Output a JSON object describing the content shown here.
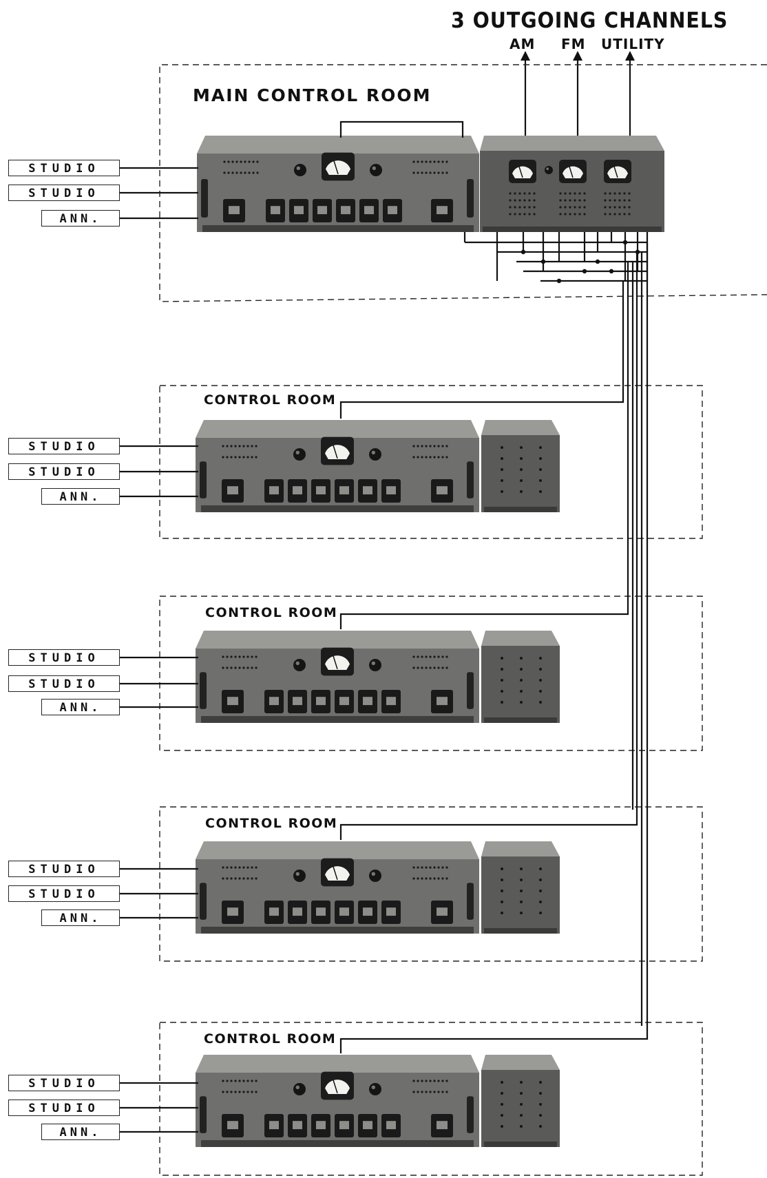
{
  "title": "3 OUTGOING CHANNELS",
  "channels": [
    {
      "label": "AM"
    },
    {
      "label": "FM"
    },
    {
      "label": "UTILITY"
    }
  ],
  "rooms": [
    {
      "label": "MAIN CONTROL ROOM",
      "inputs": [
        "STUDIO",
        "STUDIO",
        "ANN."
      ]
    },
    {
      "label": "CONTROL ROOM",
      "inputs": [
        "STUDIO",
        "STUDIO",
        "ANN."
      ]
    },
    {
      "label": "CONTROL ROOM",
      "inputs": [
        "STUDIO",
        "STUDIO",
        "ANN."
      ]
    },
    {
      "label": "CONTROL ROOM",
      "inputs": [
        "STUDIO",
        "STUDIO",
        "ANN."
      ]
    },
    {
      "label": "CONTROL ROOM",
      "inputs": [
        "STUDIO",
        "STUDIO",
        "ANN."
      ]
    }
  ],
  "colors": {
    "console_body": "#6f6f6d",
    "console_top": "#9a9a96",
    "panel": "#5a5a58",
    "line": "#111111",
    "meter_face": "#f2f2ee"
  }
}
